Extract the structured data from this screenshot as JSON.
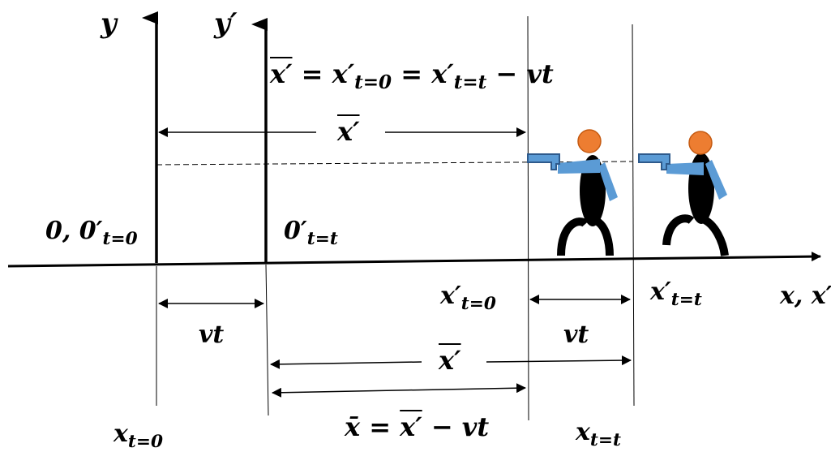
{
  "labels": {
    "y": "y",
    "y_prime": "y′",
    "top_equation": {
      "xbar_prime": "x′",
      "eq1": "=",
      "x_prime_1": "x′",
      "sub_1": "t=0",
      "eq2": "=",
      "x_prime_2": "x′",
      "sub_2": "t=t",
      "minus_vt": "− vt"
    },
    "upper_span": "x′",
    "origin_left": {
      "main": "0, 0′",
      "sub": "t=0"
    },
    "origin_right": {
      "main": "0′",
      "sub": "t=t"
    },
    "x_prime_t0": {
      "main": "x′",
      "sub": "t=0"
    },
    "x_prime_tt": {
      "main": "x′",
      "sub": "t=t"
    },
    "axis_label": "x, x′",
    "vt_left": "vt",
    "vt_right": "vt",
    "lower_span": "x′",
    "bottom_equation": {
      "xbar": "x̄",
      "eq": "=",
      "xbar_prime": "x′",
      "minus_vt": "− vt"
    },
    "x_t0": {
      "main": "x",
      "sub": "t=0"
    },
    "x_tt": {
      "main": "x",
      "sub": "t=t"
    }
  },
  "colors": {
    "line": "#000000",
    "head": "#ED7D31",
    "head_stroke": "#C55A11",
    "arm": "#5B9BD5",
    "gun_stroke": "#2E5A8C",
    "body": "#000000"
  },
  "icons": [
    "shooter-figure-icon",
    "shooter-figure-icon"
  ]
}
